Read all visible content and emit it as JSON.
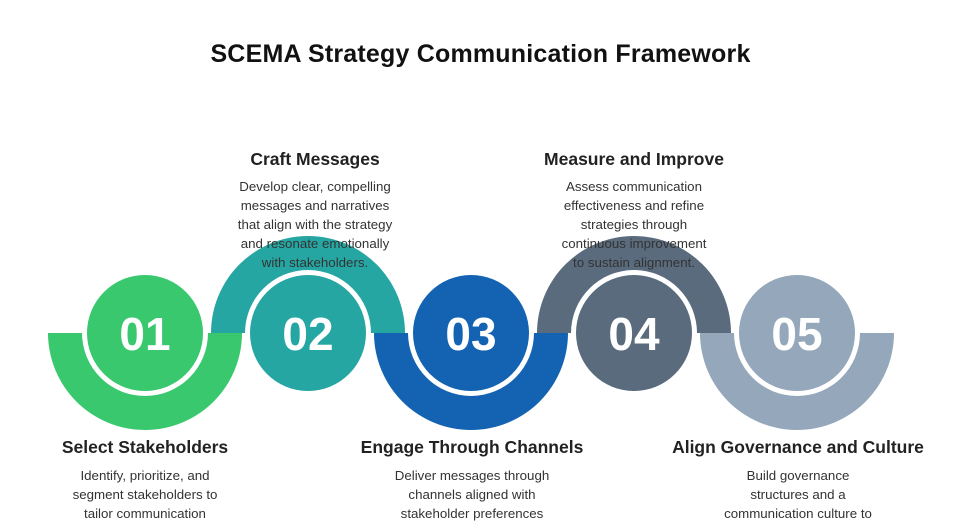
{
  "title": "SCEMA Strategy Communication Framework",
  "colors": {
    "step1": "#3ac86e",
    "step2": "#26a6a3",
    "step3": "#1463b3",
    "step4": "#5a6b7d",
    "step5": "#95a7ba"
  },
  "steps": [
    {
      "number": "01",
      "title": "Select Stakeholders",
      "lines": [
        "Identify, prioritize, and",
        "segment stakeholders to",
        "tailor communication"
      ]
    },
    {
      "number": "02",
      "title": "Craft Messages",
      "lines": [
        "Develop clear, compelling",
        "messages and narratives",
        "that align with the strategy",
        "and resonate emotionally",
        "with stakeholders."
      ]
    },
    {
      "number": "03",
      "title": "Engage Through Channels",
      "lines": [
        "Deliver messages through",
        "channels aligned with",
        "stakeholder preferences"
      ]
    },
    {
      "number": "04",
      "title": "Measure and Improve",
      "lines": [
        "Assess communication",
        "effectiveness and refine",
        "strategies through",
        "continuous improvement",
        "to sustain alignment."
      ]
    },
    {
      "number": "05",
      "title": "Align Governance and Culture",
      "lines": [
        "Build governance",
        "structures and a",
        "communication culture to"
      ]
    }
  ]
}
